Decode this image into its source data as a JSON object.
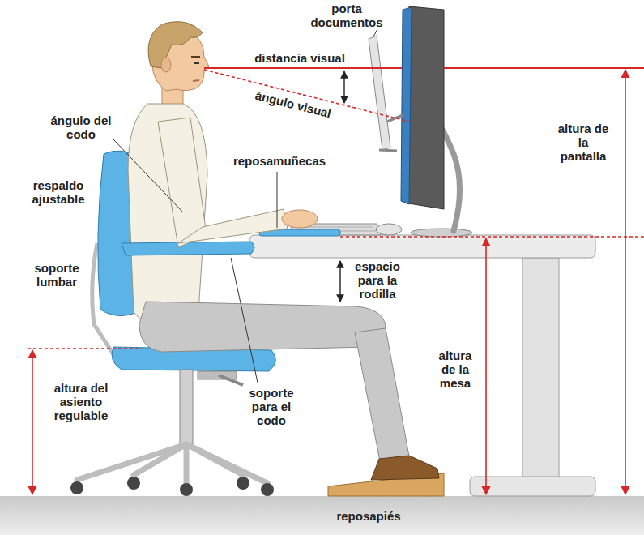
{
  "diagram": {
    "labels": [
      "porta documentos",
      "distancia visual",
      "ángulo visual",
      "ángulo del codo",
      "reposamuñecas",
      "respaldo ajustable",
      "altura de la pantalla",
      "soporte lumbar",
      "espacio para la rodilla",
      "altura de la mesa",
      "altura del asiento regulable",
      "soporte para el codo",
      "reposapiés"
    ]
  }
}
